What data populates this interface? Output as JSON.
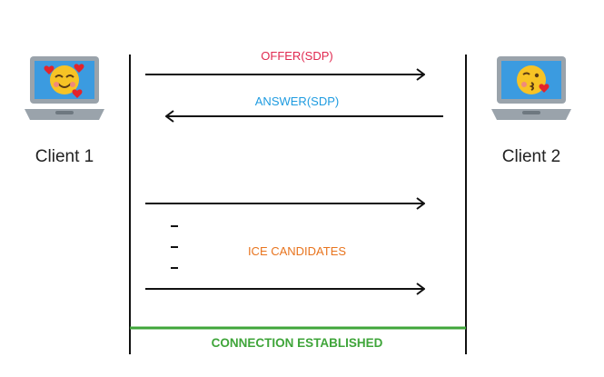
{
  "clients": {
    "left": {
      "label": "Client 1",
      "emoji": "smiling-face-with-hearts-icon"
    },
    "right": {
      "label": "Client 2",
      "emoji": "face-blowing-a-kiss-icon"
    }
  },
  "messages": {
    "offer": {
      "label": "OFFER(SDP)",
      "color": "#e0284f"
    },
    "answer": {
      "label": "ANSWER(SDP)",
      "color": "#1e9be0"
    },
    "ice": {
      "label": "ICE CANDIDATES",
      "color": "#e8741e"
    },
    "connection": {
      "label": "CONNECTION ESTABLISHED",
      "color": "#3fa53a"
    }
  }
}
